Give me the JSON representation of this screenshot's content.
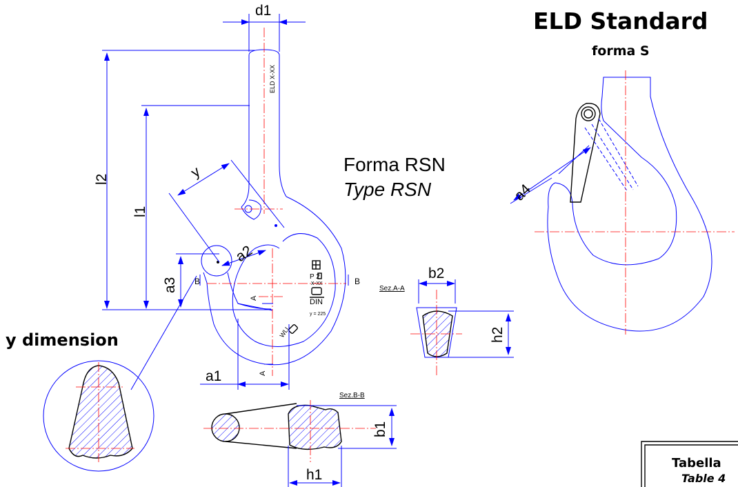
{
  "title": "ELD Standard",
  "subtitle": "forma S",
  "form_label": "Forma RSN",
  "type_label": "Type RSN",
  "y_dimension_label": "y dimension",
  "dimensions": {
    "d1": "d1",
    "l1": "l1",
    "l2": "l2",
    "y": "y",
    "a1": "a1",
    "a2": "a2",
    "a3": "a3",
    "a4": "a4",
    "b1": "b1",
    "b2": "b2",
    "h1": "h1",
    "h2": "h2"
  },
  "section_labels": {
    "aa": "Sez.A-A",
    "bb": "Sez.B-B",
    "a": "A",
    "b": "B"
  },
  "hook_markings": {
    "shank": "ELD X-XX",
    "p2": "P 2",
    "code": "x-xx",
    "din": "DIN",
    "y_value": "y = 225",
    "wll": "WLL"
  },
  "table_box": {
    "title": "Tabella",
    "subtitle": "Table 4"
  },
  "colors": {
    "outline": "#0000ff",
    "centerline": "#ff0000",
    "text": "#000000"
  }
}
